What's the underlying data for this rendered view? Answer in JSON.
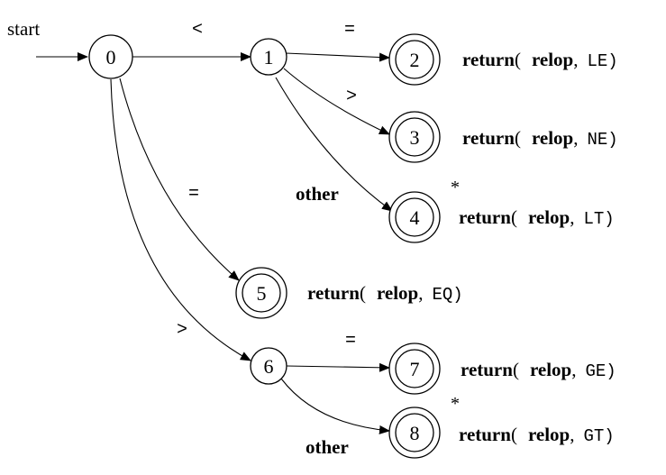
{
  "start_label": "start",
  "nodes": [
    {
      "id": "0",
      "label": "0",
      "accepting": false
    },
    {
      "id": "1",
      "label": "1",
      "accepting": false
    },
    {
      "id": "2",
      "label": "2",
      "accepting": true,
      "retract": "",
      "action": {
        "keyword": "return",
        "open": "(",
        "token": "relop",
        "sep": ",",
        "attr": "LE",
        "close": ")"
      }
    },
    {
      "id": "3",
      "label": "3",
      "accepting": true,
      "retract": "",
      "action": {
        "keyword": "return",
        "open": "(",
        "token": "relop",
        "sep": ",",
        "attr": "NE",
        "close": ")"
      }
    },
    {
      "id": "4",
      "label": "4",
      "accepting": true,
      "retract": "*",
      "action": {
        "keyword": "return",
        "open": "(",
        "token": "relop",
        "sep": ",",
        "attr": "LT",
        "close": ")"
      }
    },
    {
      "id": "5",
      "label": "5",
      "accepting": true,
      "retract": "",
      "action": {
        "keyword": "return",
        "open": "(",
        "token": "relop",
        "sep": ",",
        "attr": "EQ",
        "close": ")"
      }
    },
    {
      "id": "6",
      "label": "6",
      "accepting": false
    },
    {
      "id": "7",
      "label": "7",
      "accepting": true,
      "retract": "",
      "action": {
        "keyword": "return",
        "open": "(",
        "token": "relop",
        "sep": ",",
        "attr": "GE",
        "close": ")"
      }
    },
    {
      "id": "8",
      "label": "8",
      "accepting": true,
      "retract": "*",
      "action": {
        "keyword": "return",
        "open": "(",
        "token": "relop",
        "sep": ",",
        "attr": "GT",
        "close": ")"
      }
    }
  ],
  "edges": [
    {
      "from": "start",
      "to": "0",
      "label": ""
    },
    {
      "from": "0",
      "to": "1",
      "label": "<"
    },
    {
      "from": "1",
      "to": "2",
      "label": "="
    },
    {
      "from": "1",
      "to": "3",
      "label": ">"
    },
    {
      "from": "1",
      "to": "4",
      "label": "other"
    },
    {
      "from": "0",
      "to": "5",
      "label": "="
    },
    {
      "from": "0",
      "to": "6",
      "label": ">"
    },
    {
      "from": "6",
      "to": "7",
      "label": "="
    },
    {
      "from": "6",
      "to": "8",
      "label": "other"
    }
  ]
}
